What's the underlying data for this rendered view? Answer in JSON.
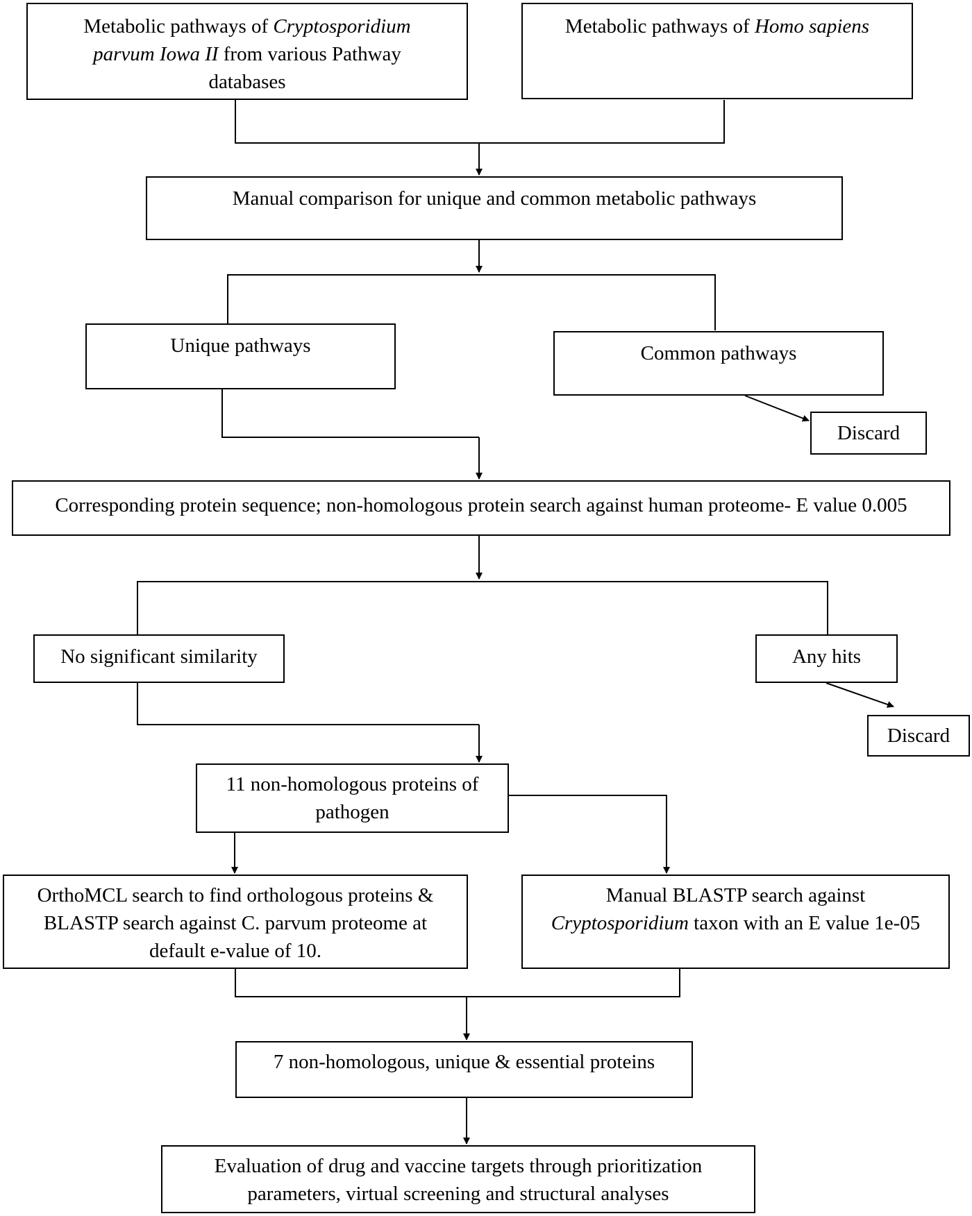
{
  "boxes": {
    "cparvum": {
      "line1": "Metabolic pathways of ",
      "line1_italic": "Cryptosporidium",
      "line2_italic": "parvum Iowa II",
      "line2": " from various Pathway",
      "line3": "databases"
    },
    "hsapiens": {
      "line1": "Metabolic pathways of ",
      "line1_italic": "Homo sapiens"
    },
    "manual_comparison": "Manual comparison for unique and common metabolic pathways",
    "unique_pathways": "Unique pathways",
    "common_pathways": "Common pathways",
    "discard_1": "Discard",
    "protein_search": "Corresponding protein sequence; non-homologous protein search against human proteome- E value 0.005",
    "no_similarity": "No significant similarity",
    "any_hits": "Any hits",
    "discard_2": "Discard",
    "nonhomologous_11": {
      "line1": "11 non-homologous proteins of",
      "line2": "pathogen"
    },
    "orthomcl": {
      "line1": "OrthoMCL search to find orthologous proteins &",
      "line2": "BLASTP search against C. parvum proteome at",
      "line3": "default e-value of 10."
    },
    "manual_blastp": {
      "line1": "Manual BLASTP search against",
      "line2_italic": "Cryptosporidium",
      "line2": " taxon with an E value 1e-05"
    },
    "essential_7": "7 non-homologous, unique & essential proteins",
    "evaluation": {
      "line1": "Evaluation of drug and vaccine targets through prioritization",
      "line2": "parameters, virtual screening and structural analyses"
    }
  }
}
